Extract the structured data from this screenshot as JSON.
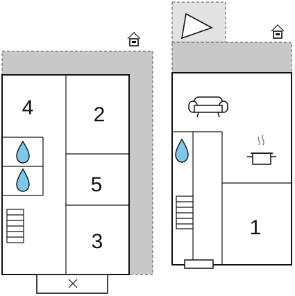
{
  "floors": [
    {
      "rooms": [
        {
          "id": "room-4",
          "label": "4"
        },
        {
          "id": "room-2",
          "label": "2"
        },
        {
          "id": "room-5",
          "label": "5"
        },
        {
          "id": "room-3",
          "label": "3"
        }
      ],
      "icons": [
        "house-icon",
        "water-drop-icon",
        "water-drop-icon",
        "stairs-icon",
        "balcony-x-icon"
      ]
    },
    {
      "rooms": [
        {
          "id": "room-1",
          "label": "1"
        }
      ],
      "icons": [
        "house-icon",
        "compass-triangle-icon",
        "sofa-icon",
        "cooking-pot-icon",
        "water-drop-icon",
        "stairs-icon",
        "radiator-icon"
      ]
    }
  ],
  "colors": {
    "wall": "#111111",
    "shade": "#c8c8c8",
    "water": "#7ec8ee"
  }
}
